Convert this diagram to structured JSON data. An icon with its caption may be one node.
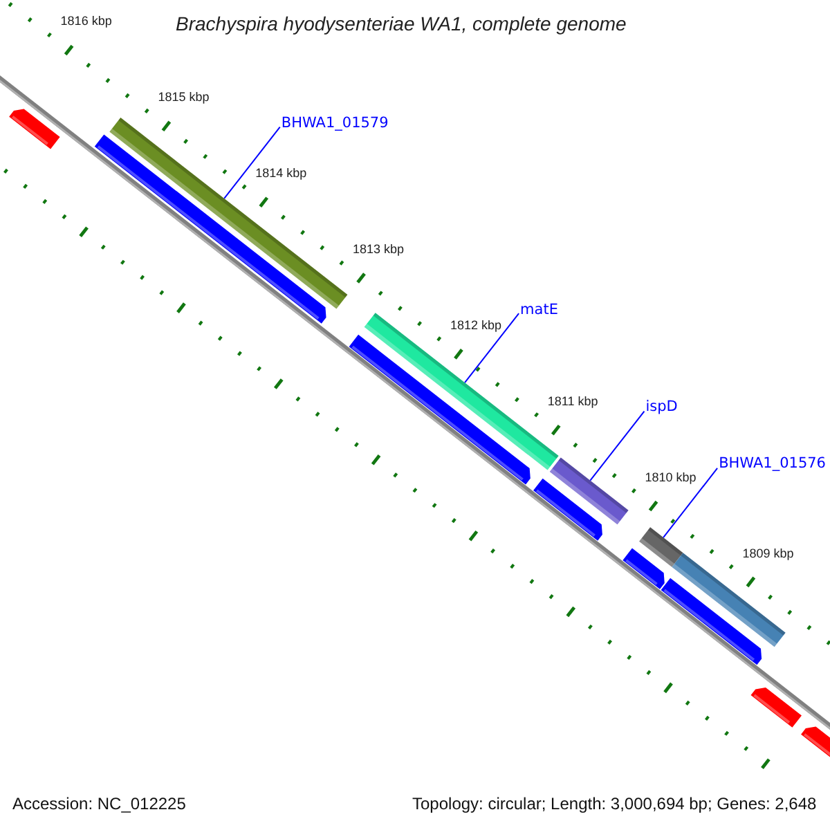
{
  "diagram": {
    "title": "Brachyspira hyodysenteriae WA1, complete genome",
    "nodes": [
      {
        "text": [
          "BHWA1_01579"
        ]
      },
      {
        "text": [],
        "shape": "bar"
      },
      {
        "text": [
          "matE"
        ]
      },
      {
        "text": [],
        "shape": "bar"
      },
      {
        "text": [
          "ispD"
        ]
      },
      {
        "text": [],
        "shape": "bar"
      },
      {
        "text": [
          "BHWA1_01576"
        ]
      },
      {
        "text": [],
        "shape": "bar"
      },
      {
        "text": [],
        "shape": "bar"
      },
      {
        "text": [],
        "shape": "bar"
      },
      {
        "text": [],
        "shape": "bar"
      },
      {
        "text": [],
        "shape": "bar"
      },
      {
        "text": [],
        "shape": "bar"
      },
      {
        "text": [],
        "shape": "bar"
      },
      {
        "text": [],
        "shape": "bar"
      },
      {
        "text": [],
        "shape": "bar"
      }
    ],
    "edges": [
      {
        "from": 0,
        "to": 1,
        "arrow": "none"
      },
      {
        "from": 2,
        "to": 3,
        "arrow": "none"
      },
      {
        "from": 4,
        "to": 5,
        "arrow": "none"
      },
      {
        "from": 6,
        "to": 7,
        "arrow": "none"
      }
    ],
    "labels": [
      "1816 kbp",
      "1815 kbp",
      "1814 kbp",
      "1813 kbp",
      "1812 kbp",
      "1811 kbp",
      "1810 kbp",
      "1809 kbp",
      "Accession: NC_012225",
      "Topology: circular; Length: 3,000,694 bp; Genes: 2,648"
    ]
  }
}
